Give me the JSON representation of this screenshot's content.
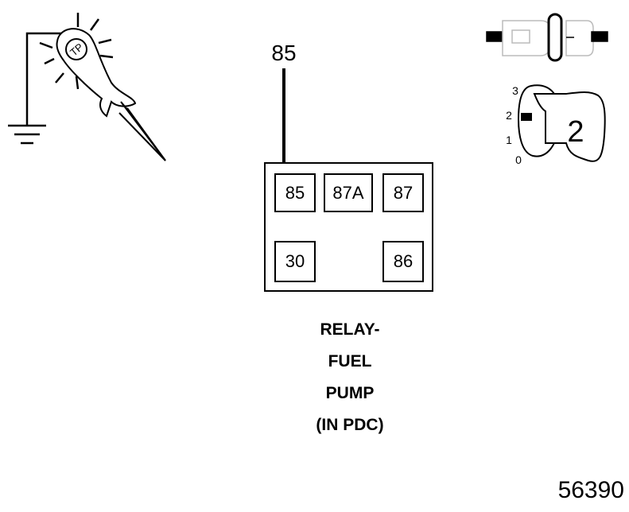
{
  "probe": {
    "lamp_icon": "test-light-probe-icon",
    "ground_icon": "ground-symbol-icon"
  },
  "relay": {
    "arrow_label": "85",
    "pins": {
      "p85": "85",
      "p87a": "87A",
      "p87": "87",
      "p30": "30",
      "p86": "86"
    },
    "caption": [
      "RELAY-",
      "FUEL",
      "PUMP",
      "(IN PDC)"
    ]
  },
  "connector_icon": "disconnected-connector-icon",
  "ignition": {
    "icon": "ignition-key-icon",
    "positions": [
      "3",
      "2",
      "1",
      "0"
    ],
    "selected_position": "2",
    "key_label": "2"
  },
  "figure_number": "56390"
}
